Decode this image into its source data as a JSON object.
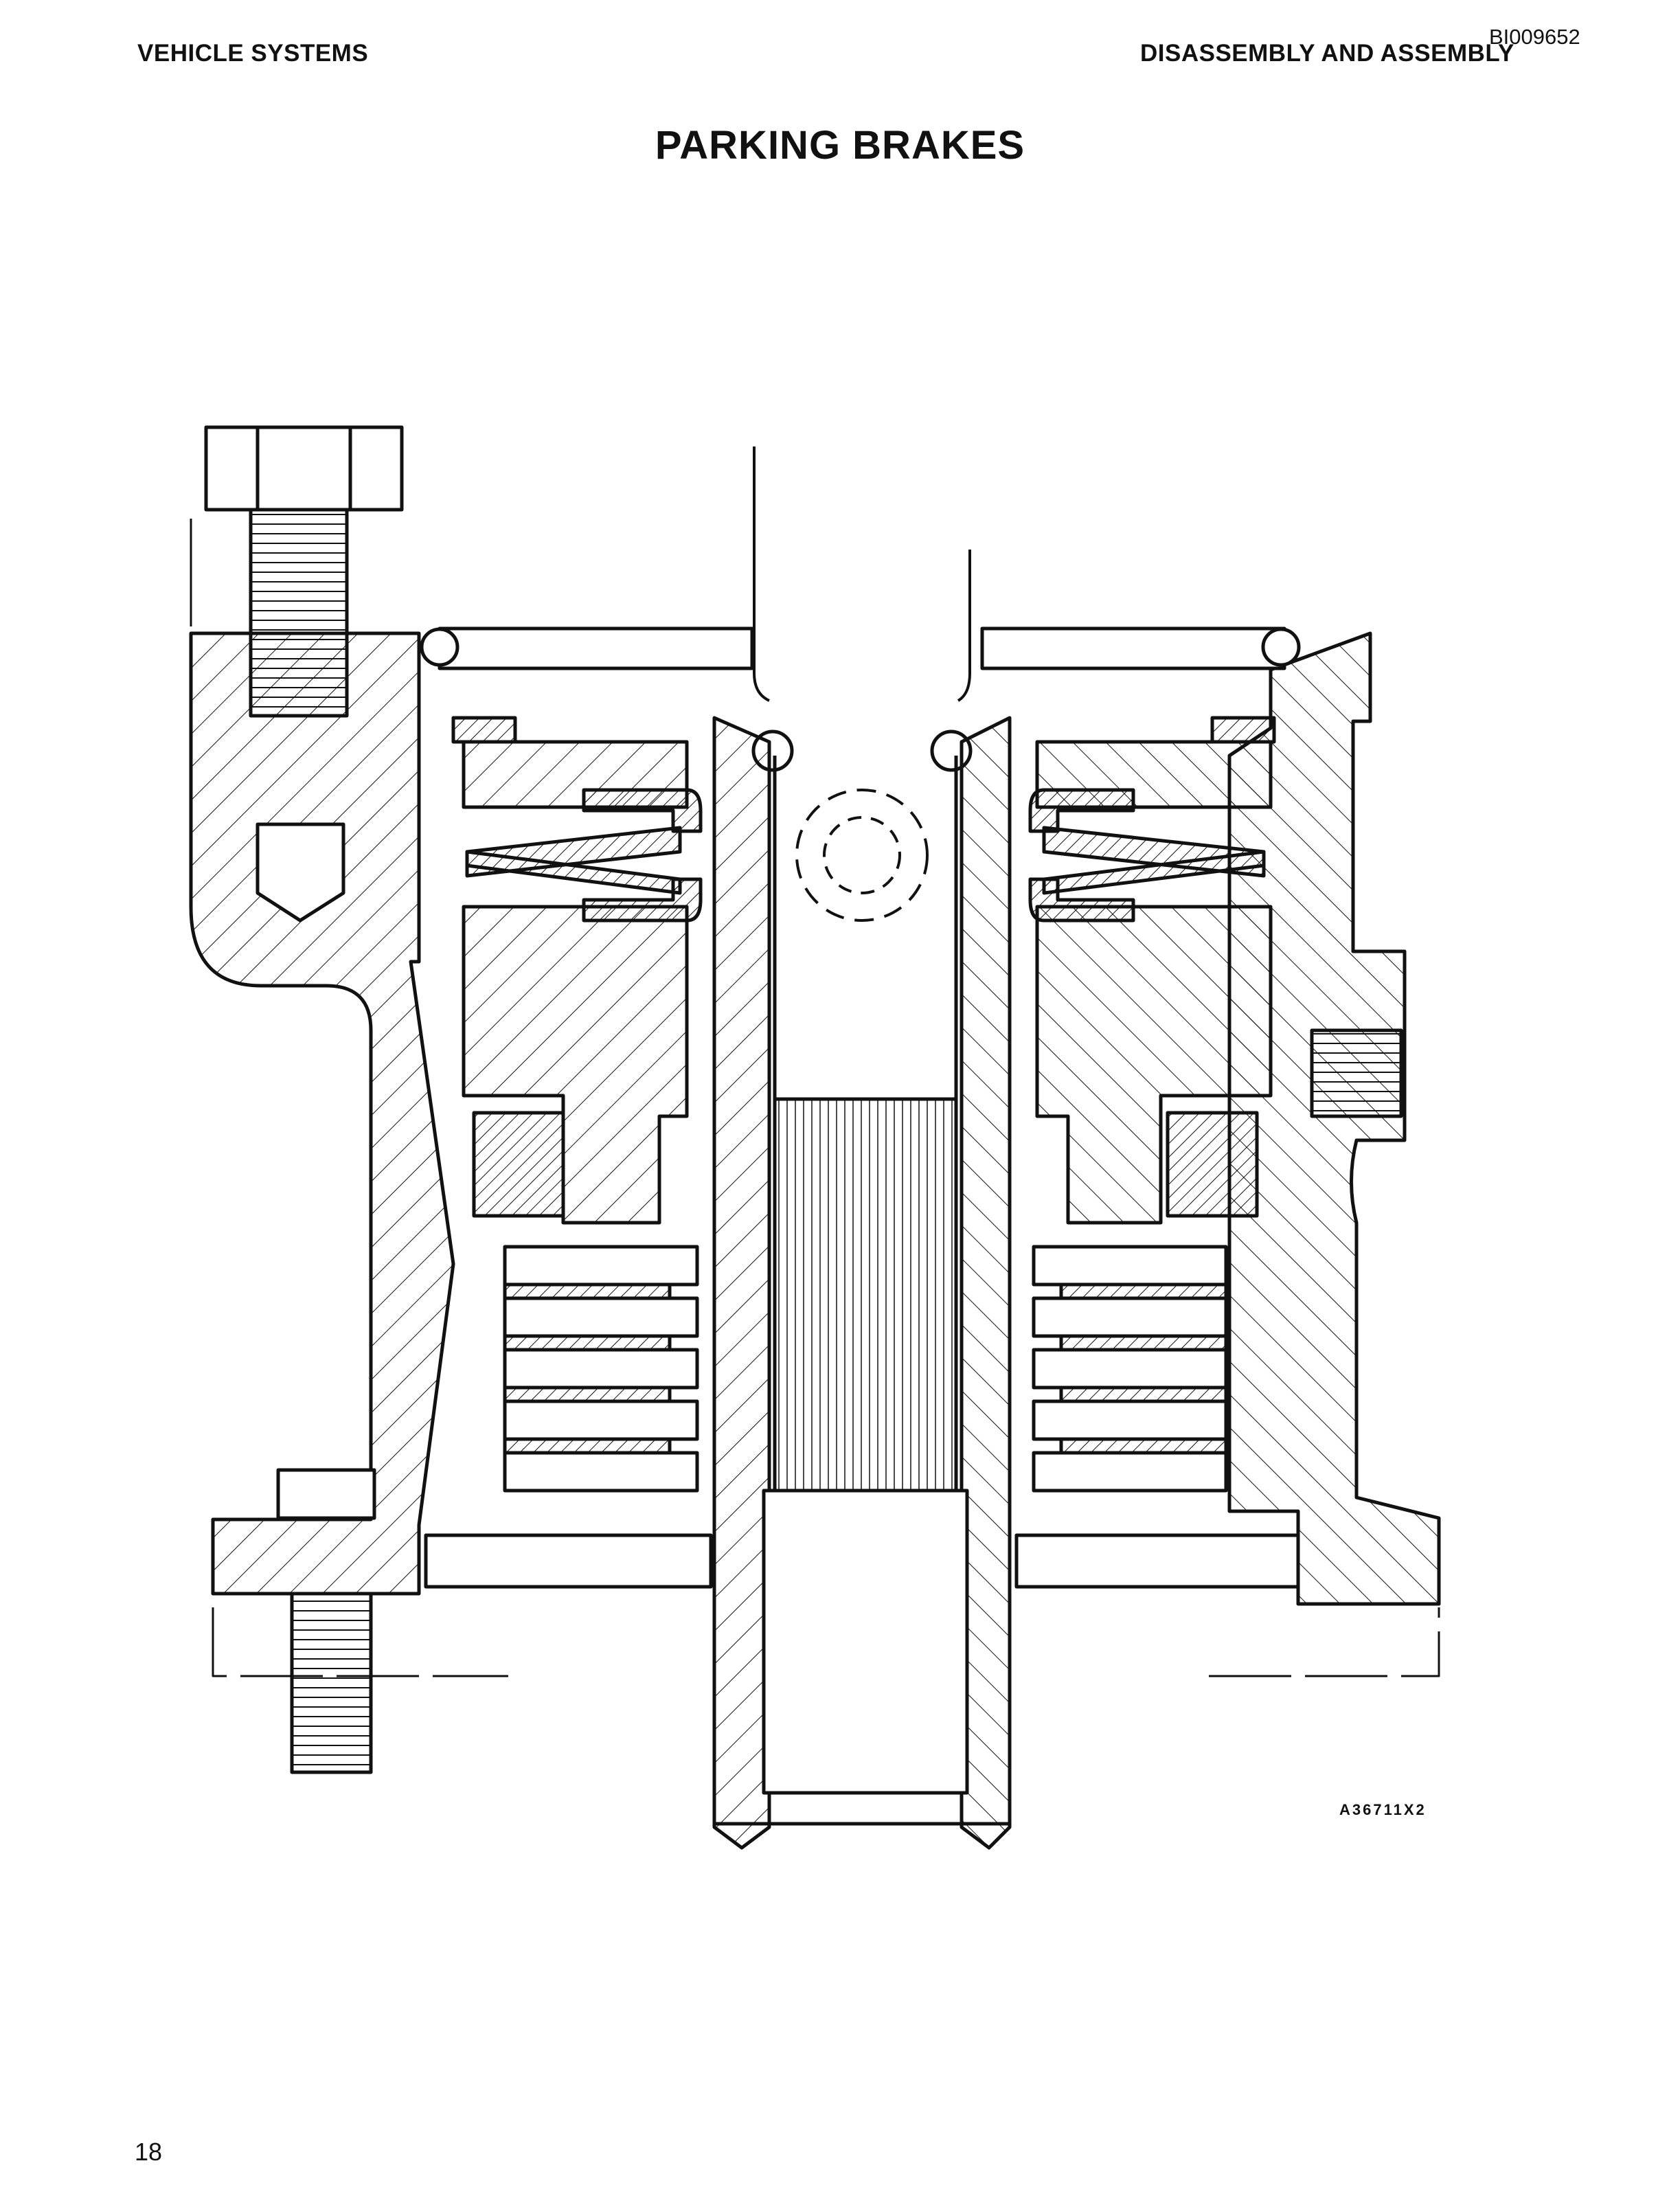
{
  "header": {
    "section_left": "VEHICLE SYSTEMS",
    "section_right": "DISASSEMBLY AND ASSEMBLY",
    "document_id": "BI009652"
  },
  "title": "PARKING BRAKES",
  "figure": {
    "code": "A36711X2"
  },
  "footer": {
    "page_number": "18"
  },
  "colors": {
    "ink": "#111111",
    "paper": "#ffffff"
  }
}
